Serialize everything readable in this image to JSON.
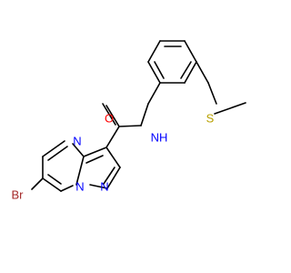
{
  "molecule": {
    "atoms": [
      {
        "id": "Br",
        "label": "Br",
        "color": "#a52a2a"
      },
      {
        "id": "N_pyrimidine",
        "label": "N",
        "color": "#0000ff"
      },
      {
        "id": "N_bridge",
        "label": "N",
        "color": "#0000ff"
      },
      {
        "id": "N_pyrazole",
        "label": "N",
        "color": "#0000ff"
      },
      {
        "id": "O",
        "label": "O",
        "color": "#ff0000"
      },
      {
        "id": "NH",
        "label": "NH",
        "color": "#0000ff"
      },
      {
        "id": "S",
        "label": "S",
        "color": "#b8a000"
      }
    ]
  }
}
